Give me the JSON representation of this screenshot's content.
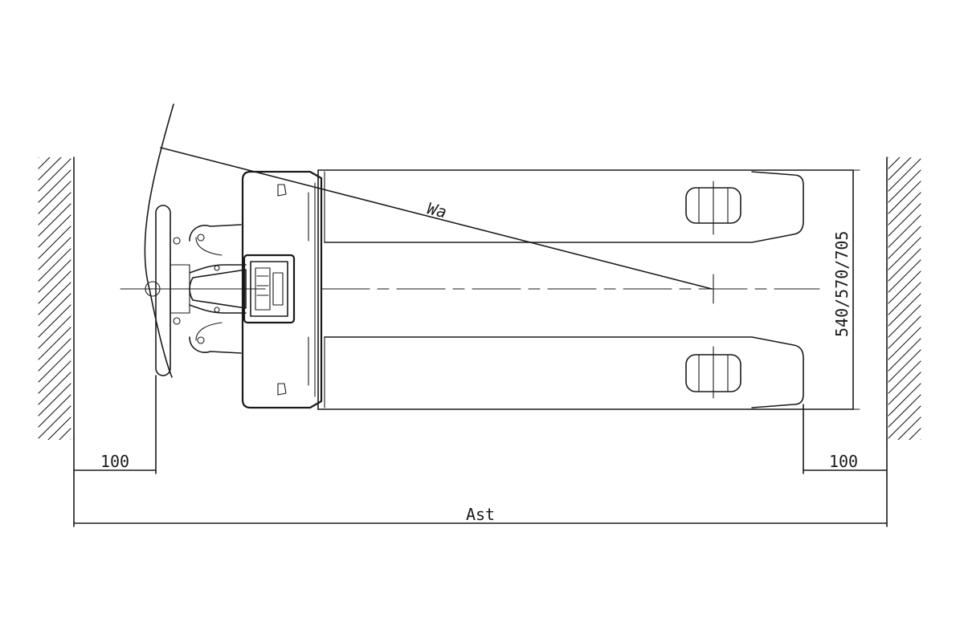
{
  "labels": {
    "turning_radius": "Wa",
    "fork_width": "540/570/705",
    "left_clearance": "100",
    "right_clearance": "100",
    "aisle_width": "Ast"
  },
  "colors": {
    "body": "#f5e52a",
    "line": "#1a1a1a",
    "background": "#ffffff"
  }
}
